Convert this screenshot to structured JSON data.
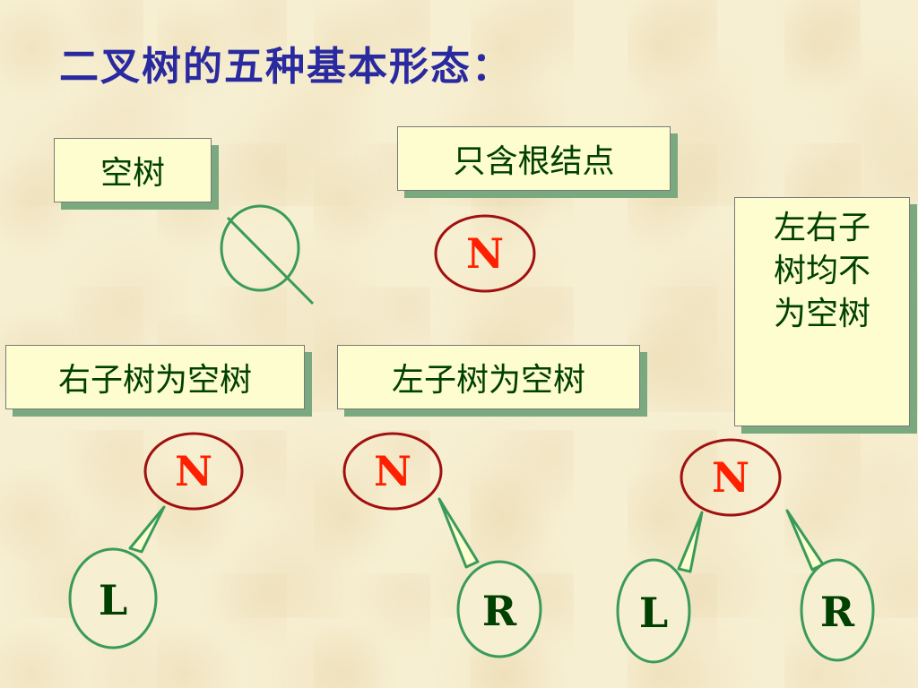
{
  "title": "二叉树的五种基本形态：",
  "labels": {
    "empty_tree": "空树",
    "root_only": "只含根结点",
    "right_empty": "右子树为空树",
    "left_empty": "左子树为空树",
    "both_nonempty_line1": "左右子",
    "both_nonempty_line2": "树均不",
    "both_nonempty_line3": "为空树"
  },
  "nodes": {
    "root": "N",
    "left": "L",
    "right": "R"
  },
  "colors": {
    "title": "#2a2aa0",
    "label_text": "#004000",
    "label_bg": "#fdfdd0",
    "label_shadow": "#7aa87f",
    "root_stroke": "#a01010",
    "root_text": "#ff2000",
    "child_stroke": "#3a9a5a",
    "child_text": "#004000"
  }
}
